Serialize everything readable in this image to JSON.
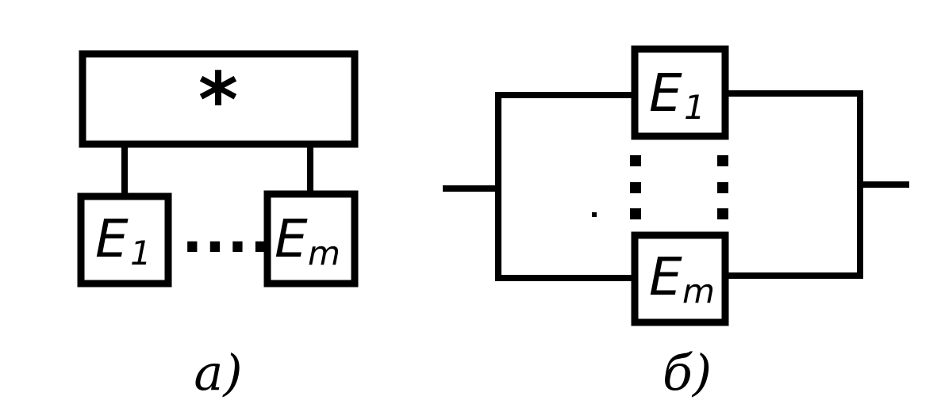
{
  "diagram_a": {
    "top_box_label": "*",
    "element_first": {
      "letter": "E",
      "index": "1"
    },
    "element_last": {
      "letter": "E",
      "index": "m"
    },
    "ellipsis": "....",
    "caption": "a)"
  },
  "diagram_b": {
    "element_first": {
      "letter": "E",
      "index": "1"
    },
    "element_last": {
      "letter": "E",
      "index": "m"
    },
    "caption": "б)"
  }
}
